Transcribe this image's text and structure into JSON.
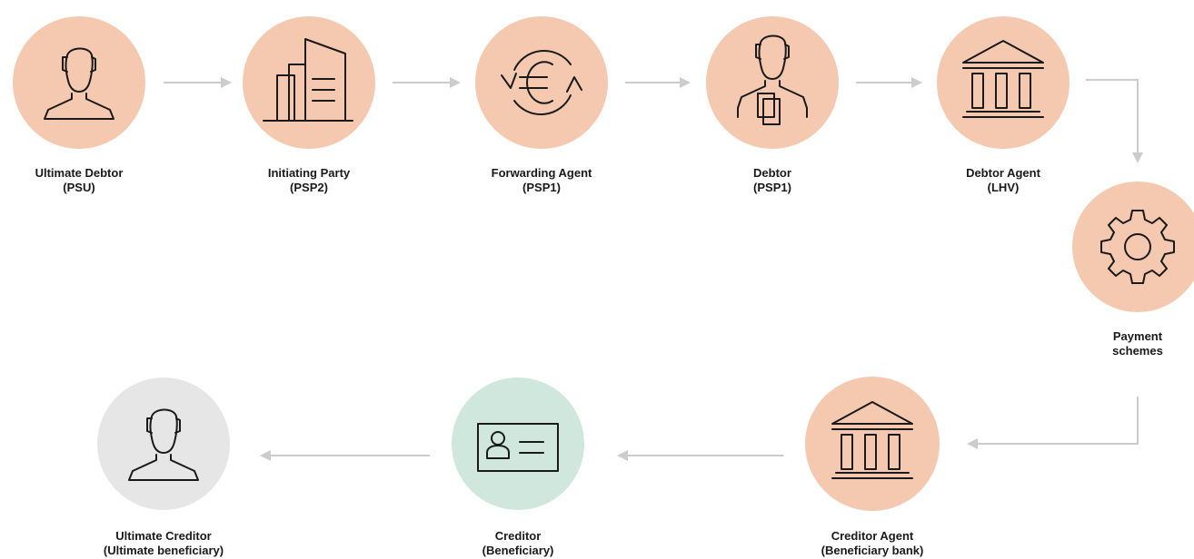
{
  "colors": {
    "peach": "#f4c9b0",
    "mint": "#cfe7dd",
    "grey": "#e6e6e6",
    "arrow": "#cccccc",
    "ink": "#1a1a1a"
  },
  "nodes": [
    {
      "id": "ultimate-debtor",
      "line1": "Ultimate Debtor",
      "line2": "(PSU)",
      "icon": "person-icon",
      "color": "peach"
    },
    {
      "id": "initiating-party",
      "line1": "Initiating Party",
      "line2": "(PSP2)",
      "icon": "building-icon",
      "color": "peach"
    },
    {
      "id": "forwarding-agent",
      "line1": "Forwarding Agent",
      "line2": "(PSP1)",
      "icon": "euro-exchange-icon",
      "color": "peach"
    },
    {
      "id": "debtor",
      "line1": "Debtor",
      "line2": "(PSP1)",
      "icon": "person-documents-icon",
      "color": "peach"
    },
    {
      "id": "debtor-agent",
      "line1": "Debtor Agent",
      "line2": "(LHV)",
      "icon": "bank-icon",
      "color": "peach"
    },
    {
      "id": "payment-schemes",
      "line1": "Payment",
      "line2": "schemes",
      "icon": "gear-icon",
      "color": "peach"
    },
    {
      "id": "creditor-agent",
      "line1": "Creditor Agent",
      "line2": "(Beneficiary bank)",
      "icon": "bank-icon",
      "color": "peach"
    },
    {
      "id": "creditor",
      "line1": "Creditor",
      "line2": "(Beneficiary)",
      "icon": "id-card-icon",
      "color": "mint"
    },
    {
      "id": "ultimate-creditor",
      "line1": "Ultimate Creditor",
      "line2": "(Ultimate beneficiary)",
      "icon": "person-icon",
      "color": "grey"
    }
  ]
}
